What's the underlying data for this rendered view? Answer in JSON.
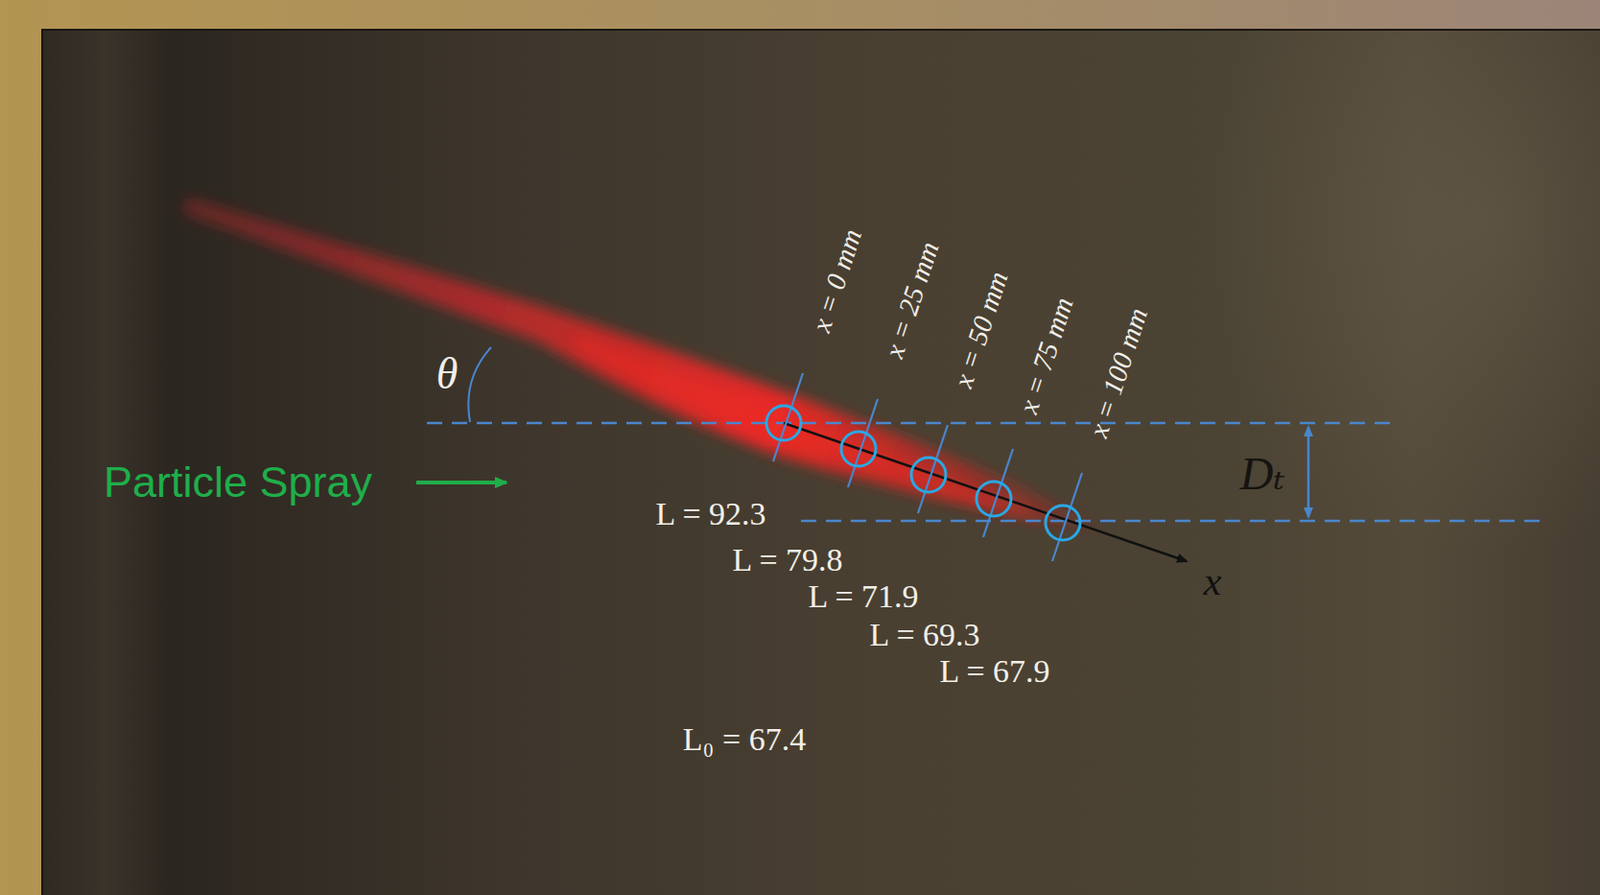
{
  "diagram": {
    "labels": [
      "θ",
      "x = 0 mm",
      "x = 25 mm",
      "x = 50 mm",
      "x = 75 mm",
      "x = 100 mm",
      "Dₜ",
      "Particle Spray",
      "L = 92.3",
      "L = 79.8",
      "L = 71.9",
      "L = 69.3",
      "L = 67.9",
      "x",
      "L₀ = 67.4"
    ]
  }
}
